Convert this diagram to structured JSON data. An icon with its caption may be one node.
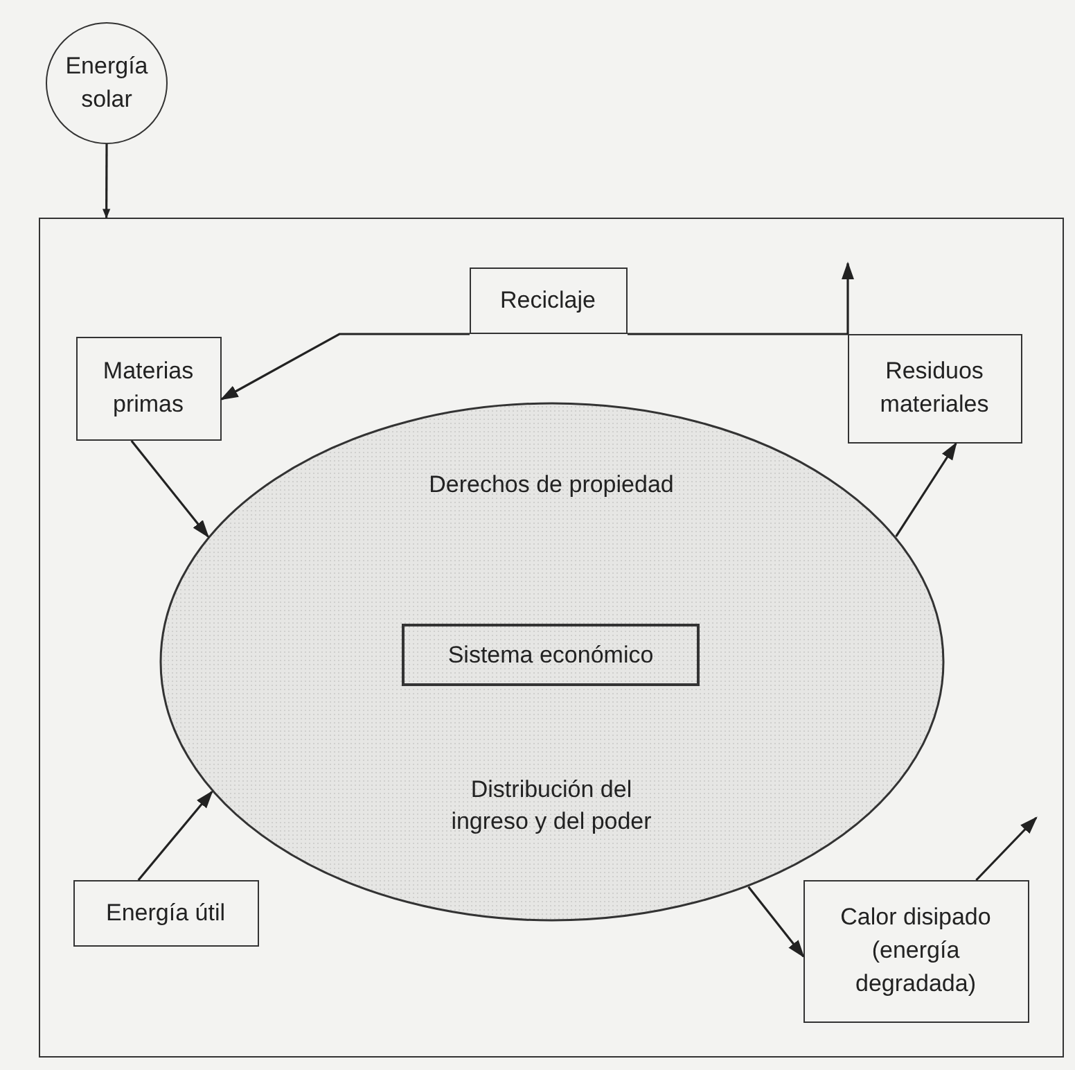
{
  "diagram": {
    "nodes": [
      {
        "text": [],
        "shape": "box"
      },
      {
        "text": [
          "Energía solar"
        ]
      },
      {
        "text": [
          "Reciclaje"
        ],
        "in": 0
      },
      {
        "text": [
          "Materias primas"
        ],
        "in": 0
      },
      {
        "text": [
          "Residuos materiales"
        ],
        "in": 0
      },
      {
        "text": [
          "Derechos de propiedad",
          "Distribución del ingreso y del poder"
        ],
        "in": 0
      },
      {
        "text": [
          "Sistema económico"
        ],
        "in": 5
      },
      {
        "text": [
          "Energía útil"
        ],
        "in": 0
      },
      {
        "text": [
          "Calor disipado (energía degradada)"
        ],
        "in": 0
      }
    ],
    "edges": [
      {
        "from": 1,
        "to": 0,
        "arrow": "to"
      },
      {
        "from": 4,
        "to": 2,
        "arrow": "none"
      },
      {
        "from": 2,
        "to": 3,
        "arrow": "to"
      },
      {
        "from": 4,
        "to": null,
        "arrow": "to"
      },
      {
        "from": 3,
        "to": 5,
        "arrow": "to"
      },
      {
        "from": 5,
        "to": 4,
        "arrow": "to"
      },
      {
        "from": 7,
        "to": 5,
        "arrow": "to"
      },
      {
        "from": 5,
        "to": 8,
        "arrow": "to"
      },
      {
        "from": 8,
        "to": null,
        "arrow": "to"
      }
    ]
  }
}
